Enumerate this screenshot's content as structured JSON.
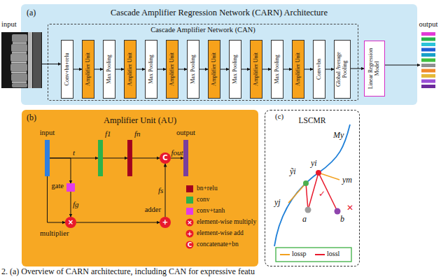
{
  "diagram": {
    "caption": "2. (a) Overview of CARN architecture, including CAN for expressive featu",
    "nodes": [
      {
        "text": [
          "(a)",
          "Cascade Amplifier Regression Network (CARN) Architecture"
        ]
      },
      {
        "text": [
          "input"
        ]
      },
      {
        "text": [
          "Cascade Amplifier Network (CAN)"
        ],
        "in": 0
      },
      {
        "text": [
          "Conv+bn+relu"
        ],
        "in": 2
      },
      {
        "text": [
          "Amplifier Unit"
        ],
        "in": 2
      },
      {
        "text": [
          "Max Pooling"
        ],
        "in": 2
      },
      {
        "text": [
          "Amplifier Unit"
        ],
        "in": 2
      },
      {
        "text": [
          "Max Pooling"
        ],
        "in": 2
      },
      {
        "text": [
          "Amplifier Unit"
        ],
        "in": 2
      },
      {
        "text": [
          "Max Pooling"
        ],
        "in": 2
      },
      {
        "text": [
          "Amplifier Unit"
        ],
        "in": 2
      },
      {
        "text": [
          "Max Pooling"
        ],
        "in": 2
      },
      {
        "text": [
          "Amplifier Unit"
        ],
        "in": 2
      },
      {
        "text": [
          "Max Pooling"
        ],
        "in": 2
      },
      {
        "text": [
          "Amplifier Unit"
        ],
        "in": 2
      },
      {
        "text": [
          "Conv+bn"
        ],
        "in": 2
      },
      {
        "text": [
          "Global Average Pooling"
        ],
        "in": 2
      },
      {
        "text": [
          "Linear Regression Model"
        ],
        "in": 0
      },
      {
        "text": [
          "output"
        ]
      },
      {
        "text": [
          "(b)",
          "Amplifier Unit (AU)"
        ]
      },
      {
        "text": [
          "input"
        ],
        "in": 19
      },
      {
        "text": [
          "f1"
        ],
        "in": 19
      },
      {
        "text": [
          "fn"
        ],
        "in": 19
      },
      {
        "text": [
          "C"
        ],
        "in": 19
      },
      {
        "text": [
          "output"
        ],
        "in": 19
      },
      {
        "text": [
          "gate"
        ],
        "in": 19
      },
      {
        "text": [
          "×",
          "multiplier"
        ],
        "in": 19
      },
      {
        "text": [
          "+",
          "adder"
        ],
        "in": 19
      },
      {
        "text": [
          "(c)",
          "LSCMR"
        ]
      }
    ],
    "edges": [
      {
        "from": 1,
        "to": 3,
        "arrow": "to"
      },
      {
        "from": 3,
        "to": 4,
        "arrow": "to"
      },
      {
        "from": 4,
        "to": 5,
        "arrow": "to"
      },
      {
        "from": 5,
        "to": 6,
        "arrow": "to"
      },
      {
        "from": 6,
        "to": 7,
        "arrow": "to"
      },
      {
        "from": 7,
        "to": 8,
        "arrow": "to"
      },
      {
        "from": 8,
        "to": 9,
        "arrow": "to"
      },
      {
        "from": 9,
        "to": 10,
        "arrow": "to"
      },
      {
        "from": 10,
        "to": 11,
        "arrow": "to"
      },
      {
        "from": 11,
        "to": 12,
        "arrow": "to"
      },
      {
        "from": 12,
        "to": 13,
        "arrow": "to"
      },
      {
        "from": 13,
        "to": 14,
        "arrow": "to"
      },
      {
        "from": 14,
        "to": 15,
        "arrow": "to"
      },
      {
        "from": 15,
        "to": 16,
        "arrow": "to"
      },
      {
        "from": 16,
        "to": 17,
        "arrow": "to"
      },
      {
        "from": 17,
        "to": 18,
        "arrow": "to"
      },
      {
        "from": 20,
        "to": 21,
        "label": "t",
        "arrow": "to"
      },
      {
        "from": 21,
        "to": 22,
        "arrow": "to"
      },
      {
        "from": 22,
        "to": 23,
        "arrow": "to"
      },
      {
        "from": 23,
        "to": 24,
        "label": "fout",
        "arrow": "to"
      },
      {
        "from": 20,
        "to": 25,
        "arrow": "to"
      },
      {
        "from": 25,
        "to": 26,
        "label": "fg",
        "arrow": "to"
      },
      {
        "from": 20,
        "to": 26,
        "arrow": "to"
      },
      {
        "from": 26,
        "to": 27,
        "arrow": "to"
      },
      {
        "from": 27,
        "to": 23,
        "label": "fs",
        "arrow": "to"
      }
    ],
    "labels": [
      "×",
      "+",
      "C",
      "My",
      "ỹi",
      "yi",
      "yj",
      "ym",
      "a",
      "b",
      "✓",
      "✕"
    ],
    "legend": [
      {
        "text": "bn+relu",
        "color": "#a3001e"
      },
      {
        "text": "conv",
        "color": "#2cb24b"
      },
      {
        "text": "conv+tanh",
        "color": "#e23be8"
      },
      {
        "text": "element-wise multiply"
      },
      {
        "text": "element-wise add"
      },
      {
        "text": "concatenate+bn"
      },
      {
        "text": "lossp"
      },
      {
        "text": "lossl"
      }
    ]
  }
}
